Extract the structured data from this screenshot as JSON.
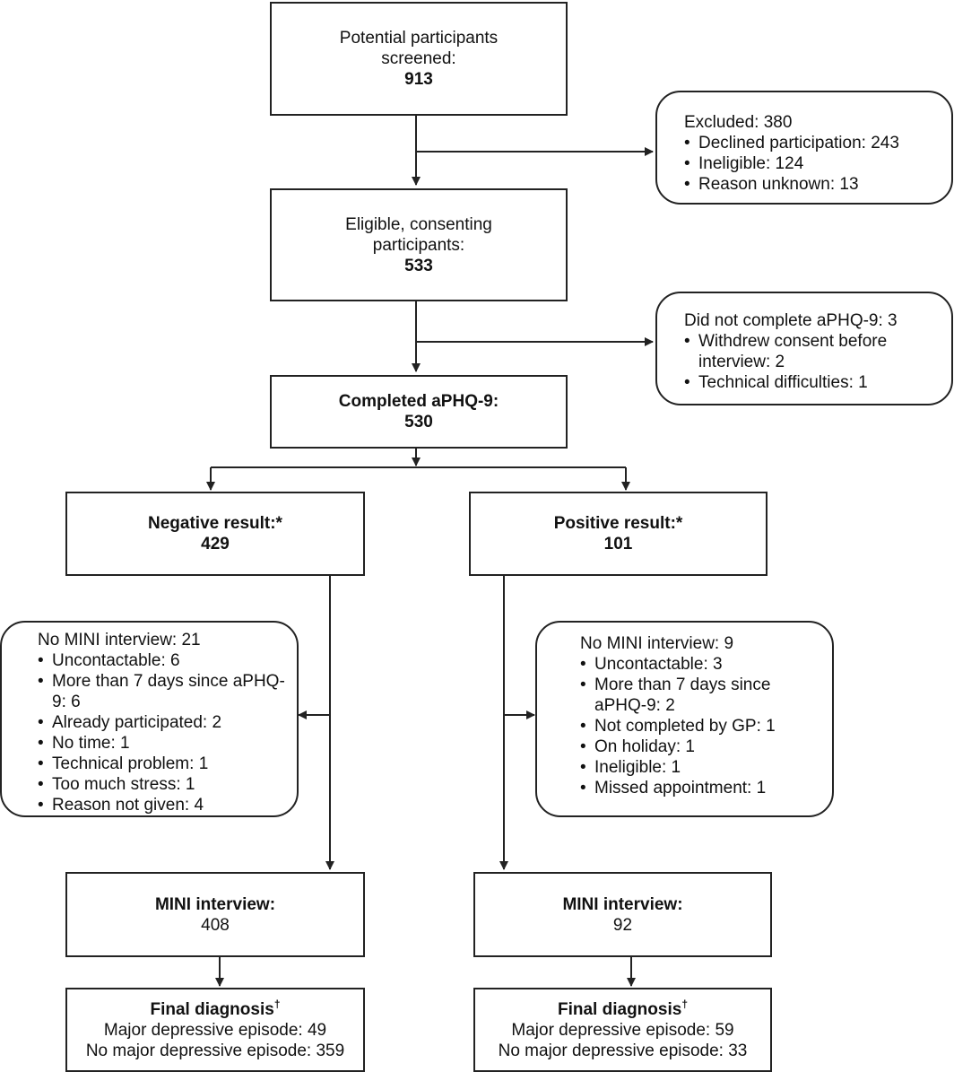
{
  "screened": {
    "label1": "Potential participants",
    "label2": "screened:",
    "count": "913"
  },
  "excluded": {
    "head": "Excluded: 380",
    "items": [
      "Declined participation: 243",
      "Ineligible: 124",
      "Reason unknown: 13"
    ]
  },
  "eligible": {
    "label1": "Eligible, consenting",
    "label2": "participants:",
    "count": "533"
  },
  "not_completed": {
    "head": "Did not complete aPHQ-9: 3",
    "items": [
      "Withdrew consent before interview: 2",
      "Technical difficulties: 1"
    ]
  },
  "completed": {
    "label": "Completed aPHQ-9:",
    "count": "530"
  },
  "negative": {
    "label": "Negative result:*",
    "count": "429"
  },
  "positive": {
    "label": "Positive result:*",
    "count": "101"
  },
  "neg_no_mini": {
    "head": "No MINI interview: 21",
    "items": [
      "Uncontactable: 6",
      "More than 7 days since aPHQ-9: 6",
      "Already participated: 2",
      "No time: 1",
      "Technical problem: 1",
      "Too much stress: 1",
      "Reason not given: 4"
    ]
  },
  "pos_no_mini": {
    "head": "No MINI interview: 9",
    "items": [
      "Uncontactable: 3",
      "More than 7 days since aPHQ-9: 2",
      "Not completed by GP: 1",
      "On holiday: 1",
      "Ineligible: 1",
      "Missed appointment: 1"
    ]
  },
  "neg_mini": {
    "label": "MINI interview:",
    "count": "408"
  },
  "pos_mini": {
    "label": "MINI interview:",
    "count": "92"
  },
  "neg_final": {
    "label": "Final diagnosis",
    "dagger": "†",
    "line1": "Major depressive episode: 49",
    "line2": "No major depressive episode: 359"
  },
  "pos_final": {
    "label": "Final diagnosis",
    "dagger": "†",
    "line1": "Major depressive episode: 59",
    "line2": "No major depressive episode: 33"
  }
}
